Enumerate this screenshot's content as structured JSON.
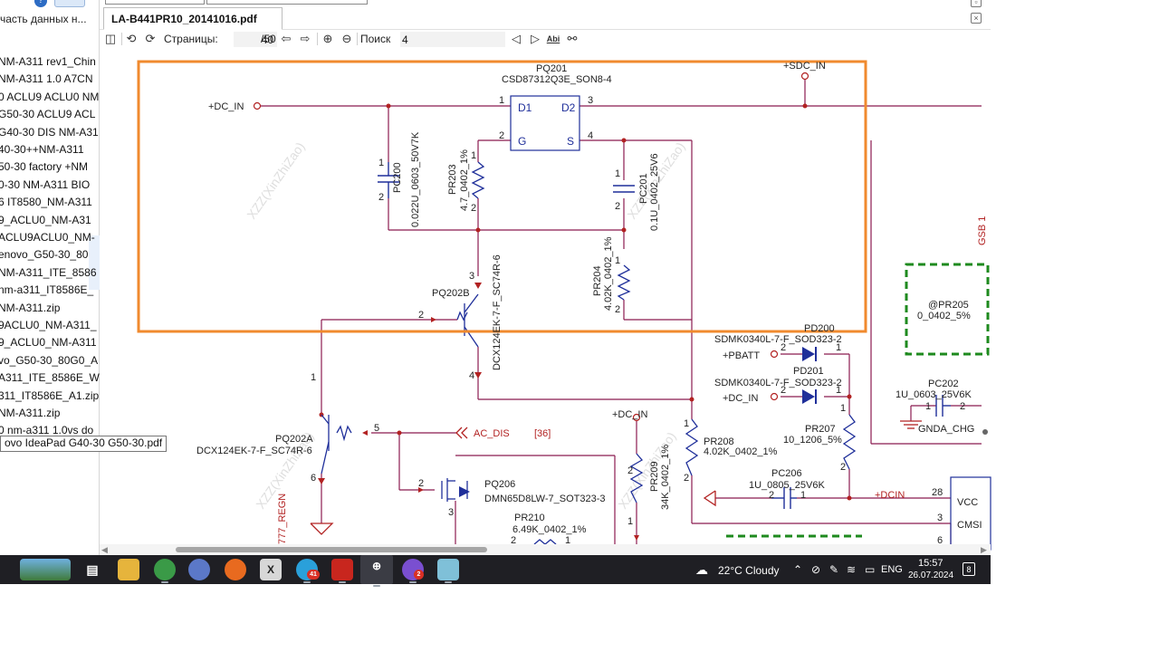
{
  "left_panel": {
    "header_label": "часть данных н...",
    "help_icon": "question-icon",
    "files": [
      "NM-A311 rev1_Chin",
      "NM-A311 1.0 A7CN",
      "0 ACLU9 ACLU0 NM",
      "G50-30 ACLU9 ACL",
      "G40-30 DIS NM-A31",
      "40-30++NM-A311",
      "50-30 factory +NM",
      "0-30 NM-A311 BIO",
      "6 IT8580_NM-A311",
      "9_ACLU0_NM-A31",
      "ACLU9ACLU0_NM-",
      "enovo_G50-30_80",
      "NM-A311_ITE_8586",
      "nm-a311_IT8586E_",
      "NM-A311.zip",
      "9ACLU0_NM-A311_",
      "9_ACLU0_NM-A311",
      "vo_G50-30_80G0_A",
      "A311_ITE_8586E_W",
      "311_IT8586E_A1.zip",
      "NM-A311.zip",
      "0 nm-a311 1.0vs do"
    ],
    "tooltip": "ovo IdeaPad G40-30 G50-30.pdf"
  },
  "tabs": {
    "active_tab": "LA-B441PR10_20141016.pdf"
  },
  "toolbar": {
    "pages_label": "Страницы:",
    "current_page": "40",
    "total_pages": "/50",
    "search_label": "Поиск",
    "search_value": "4",
    "icons": [
      "sidebar-icon",
      "rotate-left-icon",
      "rotate-right-icon",
      "back-arrow-icon",
      "forward-arrow-icon",
      "zoom-in-icon",
      "zoom-out-icon",
      "find-previous-icon",
      "find-next-icon",
      "match-case-icon",
      "binoculars-icon"
    ]
  },
  "schematic": {
    "labels": {
      "pq201_name": "PQ201",
      "pq201_part": "CSD87312Q3E_SON8-4",
      "sdc_in": "+SDC_IN",
      "dc_in": "+DC_IN",
      "d1": "D1",
      "d2": "D2",
      "g": "G",
      "s": "S",
      "pin1": "1",
      "pin2": "2",
      "pin3": "3",
      "pin4": "4",
      "pc200": "PC200",
      "pc200_val": "0.022U_0603_50V7K",
      "pr203": "PR203",
      "pr203_val": "4.7_0402_1%",
      "pc201": "PC201",
      "pc201_val": "0.1U_0402_25V6",
      "pr204": "PR204",
      "pr204_val": "4.02K_0402_1%",
      "pq202b": "PQ202B",
      "dcx_b": "DCX124EK-7-F_SC74R-6",
      "pd200": "PD200",
      "pd200_part": "SDMK0340L-7-F_SOD323-2",
      "pbatt": "+PBATT",
      "pd201": "PD201",
      "pd201_part": "SDMK0340L-7-F_SOD323-2",
      "dc_in2": "+DC_IN",
      "pr205": "@PR205",
      "pr205_val": "0_0402_5%",
      "pc202": "PC202",
      "pc202_val": "1U_0603_25V6K",
      "gnda_chg": "GNDA_CHG",
      "pr207": "PR207",
      "pr207_val": "10_1206_5%",
      "pq202a": "PQ202A",
      "dcx_a": "DCX124EK-7-F_SC74R-6",
      "ac_dis": "AC_DIS",
      "ref36": "[36]",
      "dc_in3": "+DC_IN",
      "pr208": "PR208",
      "pr208_val": "4.02K_0402_1%",
      "pc206": "PC206",
      "pc206_val": "1U_0805_25V6K",
      "dcin": "+DCIN",
      "vcc": "VCC",
      "cmsi": "CMSI",
      "pin28": "28",
      "pin6": "6",
      "pq206": "PQ206",
      "pq206_part": "DMN65D8LW-7_SOT323-3",
      "pr209": "PR209",
      "pr209_val": "34K_0402_1%",
      "pr210": "PR210",
      "pr210_val": "6.49K_0402_1%",
      "regn": "777_REGN",
      "watermark": "XZZ(XinZhiZao)",
      "gsb_1": "GSB 1",
      "pin5": "5"
    },
    "highlight_color": "#F08A2E",
    "wire_color": "#8B1A4F",
    "component_color": "#1F2F9A",
    "net_color": "#B22222",
    "dashed_box_color": "#1E8A1E"
  },
  "taskbar": {
    "weather": "22°C  Cloudy",
    "language": "ENG",
    "time": "15:57",
    "date": "26.07.2024",
    "notification_count": "8",
    "apps": [
      "landscape-app-icon",
      "task-view-icon",
      "file-explorer-icon",
      "chrome-icon",
      "pinwheel-app-icon",
      "firefox-icon",
      "excel-like-icon",
      "telegram-icon",
      "pdf-reader-icon",
      "boardviewer-icon",
      "viber-icon",
      "notes-app-icon"
    ],
    "telegram_badge": "41",
    "viber_badge": "2"
  }
}
